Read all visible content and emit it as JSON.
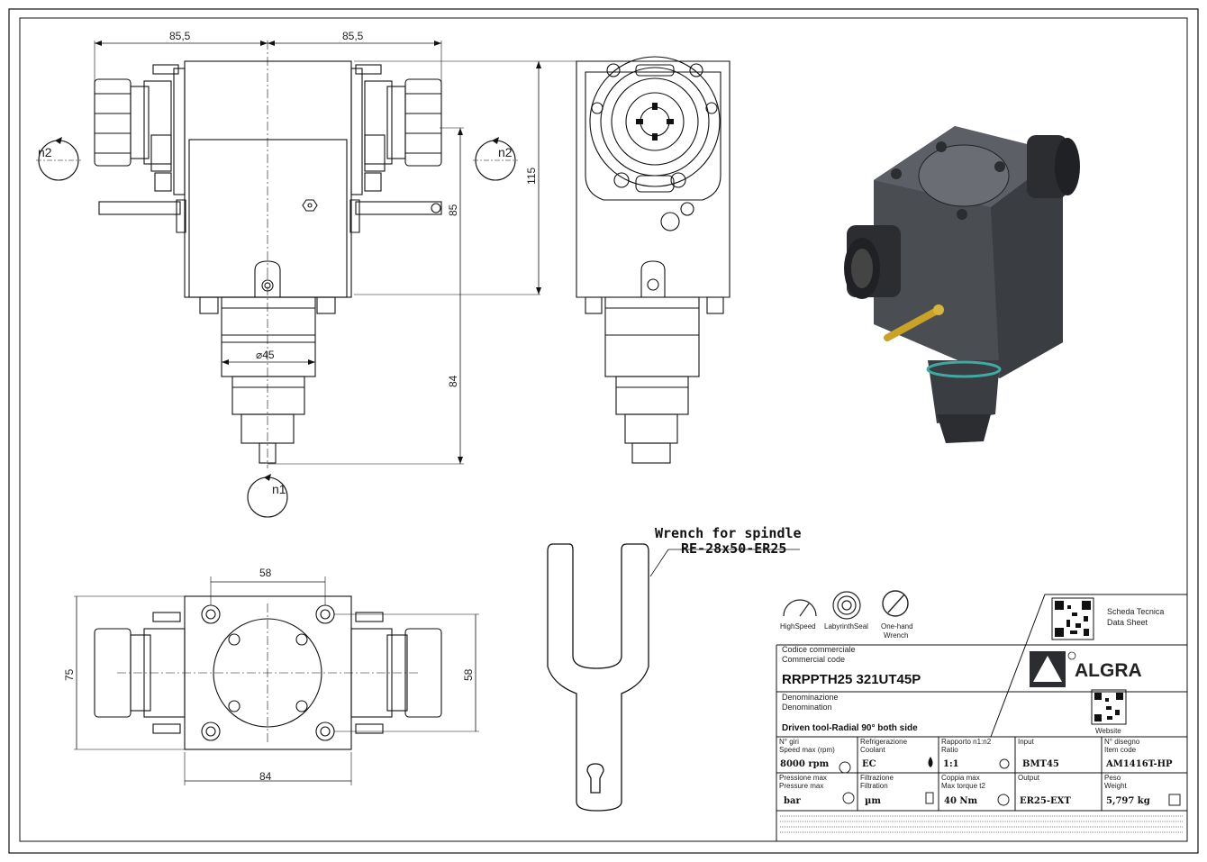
{
  "dimensions": {
    "top_left_width": "85,5",
    "top_right_width": "85,5",
    "overall_height": "115",
    "body_height": "85",
    "spindle_length": "84",
    "spindle_diameter": "⌀45",
    "bottom_hole_spacing": "58",
    "bottom_width": "84",
    "bottom_height_left": "75",
    "bottom_height_right": "58"
  },
  "rotation_labels": {
    "left": "n2",
    "right": "n2",
    "bottom": "n1"
  },
  "wrench_note": {
    "line1": "Wrench for spindle",
    "line2": "RE-28x50-ER25"
  },
  "features": {
    "high_speed": "HighSpeed",
    "labyrinth_seal": "LabyrinthSeal",
    "one_hand_wrench_1": "One-hand",
    "one_hand_wrench_2": "Wrench"
  },
  "title_block": {
    "datasheet_label_1": "Scheda Tecnica",
    "datasheet_label_2": "Data Sheet",
    "website_label": "Website",
    "brand": "ALGRA",
    "commercial_code_label_it": "Codice commerciale",
    "commercial_code_label_en": "Commercial code",
    "commercial_code": "RRPPTH25 321UT45P",
    "denomination_label_it": "Denominazione",
    "denomination_label_en": "Denomination",
    "denomination": "Driven tool-Radial 90° both side",
    "speed_label_it": "N° giri",
    "speed_label_en": "Speed max (rpm)",
    "speed_value": "8000 rpm",
    "coolant_label_it": "Refrigerazione",
    "coolant_label_en": "Coolant",
    "coolant_value": "EC",
    "ratio_label_it": "Rapporto n1:n2",
    "ratio_label_en": "Ratio",
    "ratio_value": "1:1",
    "input_label": "Input",
    "input_value": "BMT45",
    "drawing_label_it": "N° disegno",
    "drawing_label_en": "Item code",
    "drawing_value": "AM1416T-HP",
    "pressure_label_it": "Pressione max",
    "pressure_label_en": "Pressure max",
    "pressure_value": "bar",
    "filtration_label_it": "Filtrazione",
    "filtration_label_en": "Filtration",
    "filtration_value": "µm",
    "torque_label_it": "Coppia max",
    "torque_label_en": "Max torque t2",
    "torque_value": "40 Nm",
    "output_label": "Output",
    "output_value": "ER25-EXT",
    "weight_label_it": "Peso",
    "weight_label_en": "Weight",
    "weight_value": "5,797 kg"
  },
  "colors": {
    "line": "#111111",
    "iso_body": "#4a4d52",
    "iso_dark": "#2b2d31",
    "brass": "#c9a227",
    "teal_ring": "#3fa9a3"
  }
}
